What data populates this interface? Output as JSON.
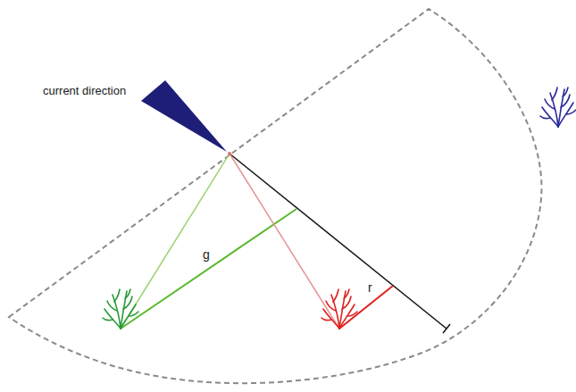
{
  "diagram": {
    "labels": [
      "current direction",
      "g",
      "r"
    ]
  }
}
